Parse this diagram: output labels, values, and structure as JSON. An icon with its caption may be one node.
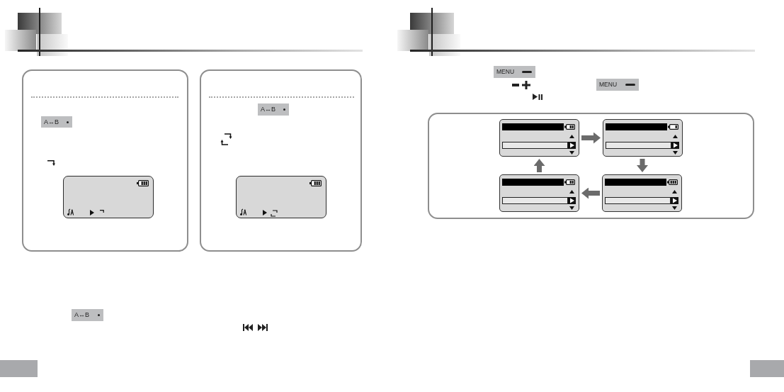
{
  "diagram": {
    "nodes": [
      {
        "text": [],
        "shape": "picture"
      },
      {
        "text": [],
        "shape": "picture"
      },
      {
        "text": [],
        "shape": "picture"
      },
      {
        "text": [],
        "shape": "picture"
      }
    ],
    "edges": [
      {
        "from": 0,
        "to": 1,
        "arrow": "to"
      },
      {
        "from": 1,
        "to": 3,
        "arrow": "to"
      },
      {
        "from": 3,
        "to": 2,
        "arrow": "to"
      },
      {
        "from": 2,
        "to": 0,
        "arrow": "to"
      }
    ],
    "labels": [
      "A↔B",
      "A↔B",
      "A↔B",
      "MENU",
      "MENU"
    ]
  }
}
